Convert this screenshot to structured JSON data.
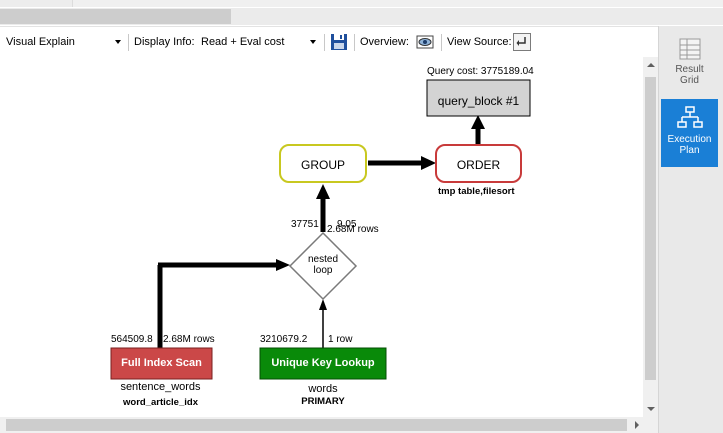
{
  "toolbar": {
    "view_select": "Visual Explain",
    "display_info_label": "Display Info:",
    "display_info_select": "Read + Eval cost",
    "overview_label": "Overview:",
    "view_source_label": "View Source:"
  },
  "side_panel": {
    "result_grid_label_1": "Result",
    "result_grid_label_2": "Grid",
    "execution_plan_label_1": "Execution",
    "execution_plan_label_2": "Plan"
  },
  "plan": {
    "query_cost": "Query cost: 3775189.04",
    "query_block": "query_block #1",
    "order": "ORDER",
    "order_note": "tmp table,filesort",
    "group": "GROUP",
    "nested_loop_1": "nested",
    "nested_loop_2": "loop",
    "nested_cost": "37751",
    "nested_cost_tail": "9.05",
    "nested_rows": "2.68M rows",
    "full_scan": {
      "label": "Full Index Scan",
      "cost": "564509.8",
      "rows": "2.68M rows",
      "table": "sentence_words",
      "key": "word_article_idx"
    },
    "unique_lookup": {
      "label": "Unique Key Lookup",
      "cost": "3210679.2",
      "rows": "1 row",
      "table": "words",
      "key": "PRIMARY"
    }
  },
  "colors": {
    "full_scan_fill": "#cb4848",
    "unique_lookup_fill": "#098a09",
    "group_border": "#c8c820",
    "order_border": "#c83a3a",
    "query_block_fill": "#d3d3d3",
    "active_tab": "#1a7fd6"
  }
}
